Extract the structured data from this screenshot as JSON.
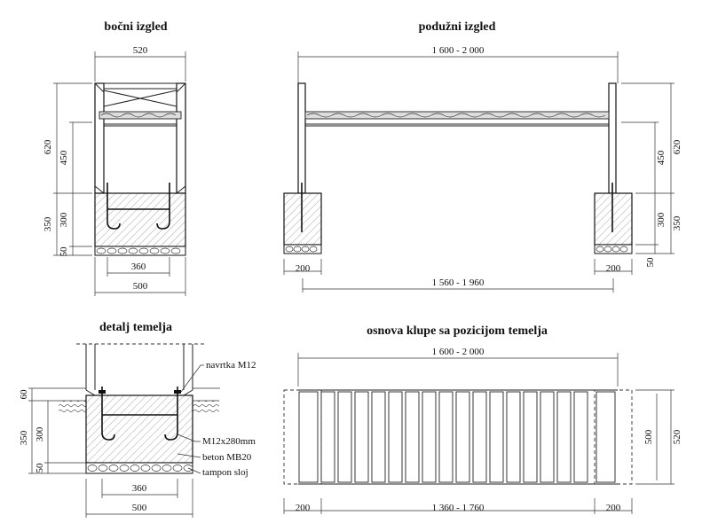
{
  "titles": {
    "side_view": "bočni izgled",
    "long_view": "podužni izgled",
    "foundation_detail": "detalj temelja",
    "plan_view": "osnova klupe sa pozicijom temelja"
  },
  "side_view": {
    "width_top": "520",
    "height_total": "620",
    "height_upper": "450",
    "height_found": "350",
    "height_conc": "300",
    "height_gravel": "50",
    "anchor_spacing": "360",
    "found_width": "500"
  },
  "long_view": {
    "length": "1 600 - 2 000",
    "found_left": "200",
    "found_right": "200",
    "found_spacing": "1 560 - 1 960",
    "h_total": "620",
    "h_upper": "450",
    "h_found": "350",
    "h_conc": "300",
    "h_gravel": "50"
  },
  "foundation_detail": {
    "label_nut": "navrtka M12",
    "label_bolt": "M12x280mm",
    "label_concrete": "beton MB20",
    "label_base": "tampon sloj",
    "h_60": "60",
    "h_350": "350",
    "h_300": "300",
    "h_50": "50",
    "anchor_spacing": "360",
    "width": "500"
  },
  "plan_view": {
    "length": "1 600 - 2 000",
    "found_left": "200",
    "middle": "1 360 - 1 760",
    "found_right": "200",
    "depth_inner": "500",
    "depth_outer": "520"
  }
}
